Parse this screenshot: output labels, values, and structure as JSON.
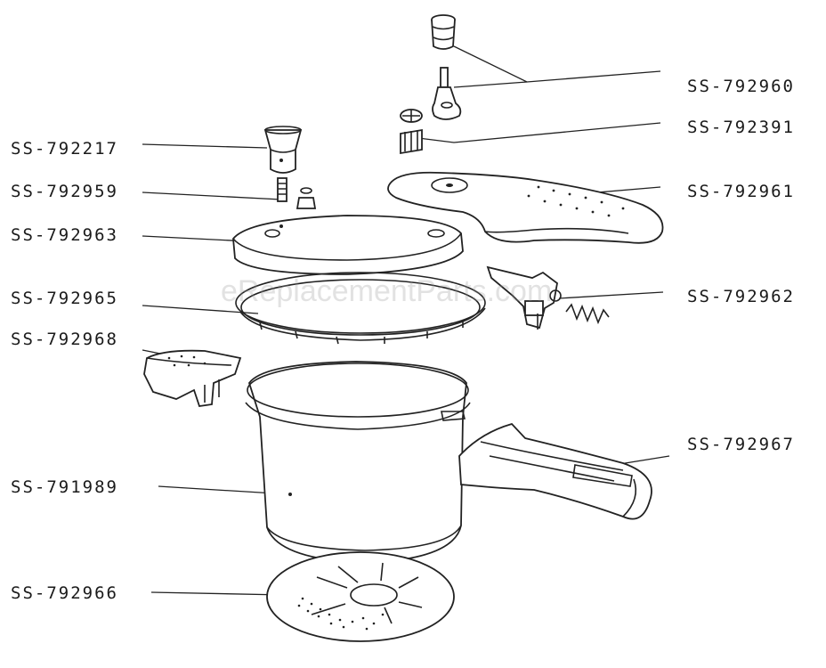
{
  "watermark": "eReplacementParts.com",
  "parts": {
    "p792960": "SS-792960",
    "p792391": "SS-792391",
    "p792961": "SS-792961",
    "p792962": "SS-792962",
    "p792967": "SS-792967",
    "p792217": "SS-792217",
    "p792959": "SS-792959",
    "p792963": "SS-792963",
    "p792965": "SS-792965",
    "p792968": "SS-792968",
    "p791989": "SS-791989",
    "p792966": "SS-792966"
  },
  "colors": {
    "ink": "#222222",
    "background": "#ffffff"
  }
}
